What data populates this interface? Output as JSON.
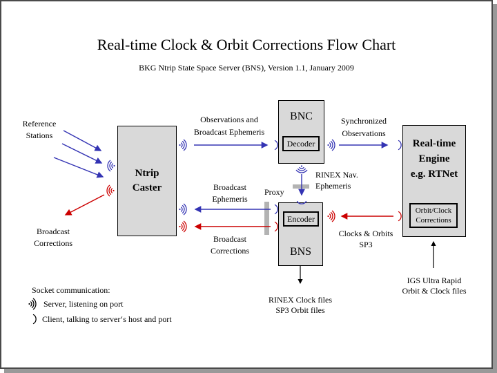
{
  "colors": {
    "blue": "#3333b3",
    "red": "#cc0000",
    "box_fill": "#d9d9d9",
    "proxy_bar": "#b3b3b3",
    "frame_border": "#4a4a4a",
    "frame_shadow": "#999999"
  },
  "header": {
    "title": "Real-time Clock & Orbit Corrections Flow Chart",
    "subtitle": "BKG Ntrip State Space Server (BNS), Version 1.1, January 2009"
  },
  "nodes": {
    "ntrip_caster": {
      "lines": [
        "Ntrip",
        "Caster"
      ]
    },
    "bnc": {
      "label": "BNC",
      "sub": "Decoder"
    },
    "bns": {
      "label": "BNS",
      "sub": "Encoder"
    },
    "rt_engine": {
      "lines": [
        "Real-time",
        "Engine",
        "e.g. RTNet"
      ],
      "sub_lines": [
        "Orbit/Clock",
        "Corrections"
      ]
    }
  },
  "labels": {
    "reference_stations": [
      "Reference",
      "Stations"
    ],
    "broadcast_corrections_left": [
      "Broadcast",
      "Corrections"
    ],
    "observations_ephemeris": [
      "Observations and",
      "Broadcast Ephemeris"
    ],
    "synchronized_observations": [
      "Synchronized",
      "Observations"
    ],
    "broadcast_ephemeris": [
      "Broadcast",
      "Ephemeris"
    ],
    "proxy": "Proxy",
    "rinex_nav_ephemeris": [
      "RINEX Nav.",
      "Ephemeris"
    ],
    "broadcast_corrections_mid": [
      "Broadcast",
      "Corrections"
    ],
    "clocks_orbits": [
      "Clocks & Orbits",
      "SP3"
    ],
    "rinex_output_files": [
      "RINEX Clock files",
      "SP3 Orbit files"
    ],
    "igs_input_files": [
      "IGS Ultra Rapid",
      "Orbit & Clock files"
    ]
  },
  "legend": {
    "heading": "Socket communication:",
    "items": [
      {
        "icon": "socket-server-icon",
        "label": "Server, listening on port"
      },
      {
        "icon": "socket-client-icon",
        "label": "Client, talking to server‘s host and port"
      }
    ]
  }
}
